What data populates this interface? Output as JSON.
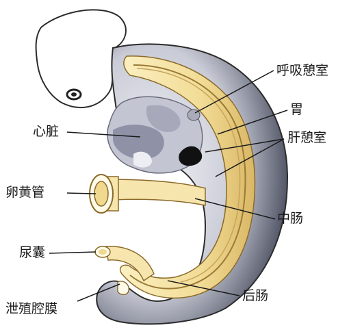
{
  "labels": {
    "respiratory_diverticulum": "呼吸憩室",
    "stomach": "胃",
    "hepatic_diverticulum": "肝憩室",
    "heart": "心脏",
    "yolk_stalk": "卵黄管",
    "midgut": "中肠",
    "allantois": "尿囊",
    "hindgut": "后肠",
    "cloacal_membrane": "泄殖腔膜"
  },
  "colors": {
    "embryo_outline": "#2b2b2b",
    "gut_fill": "#f4e3a6",
    "gut_dark": "#b48c3c",
    "heart_fill": "#9a9cb0",
    "heart_light": "#d6d7e2",
    "shadow": "#3c4050",
    "liver_bud": "#111111"
  }
}
